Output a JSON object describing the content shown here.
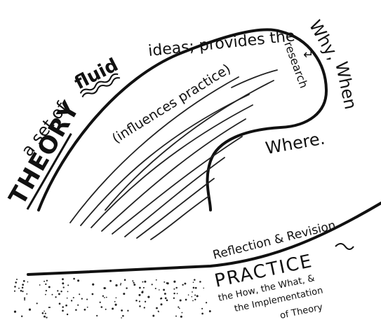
{
  "theory": {
    "title": "THEORY",
    "line_a": "a set of",
    "line_fluid": "fluid",
    "line_rest": "ideas; provides the",
    "why": "Why,",
    "when": "When",
    "where": "Where.",
    "influences": "(influences practice)",
    "research": "research",
    "arrow_glyph": "↵"
  },
  "reflection": {
    "label": "Reflection & Revision"
  },
  "practice": {
    "title": "PRACTICE",
    "line1": "the How, the What, &",
    "line2": "the Implementation",
    "line3": "of Theory"
  }
}
